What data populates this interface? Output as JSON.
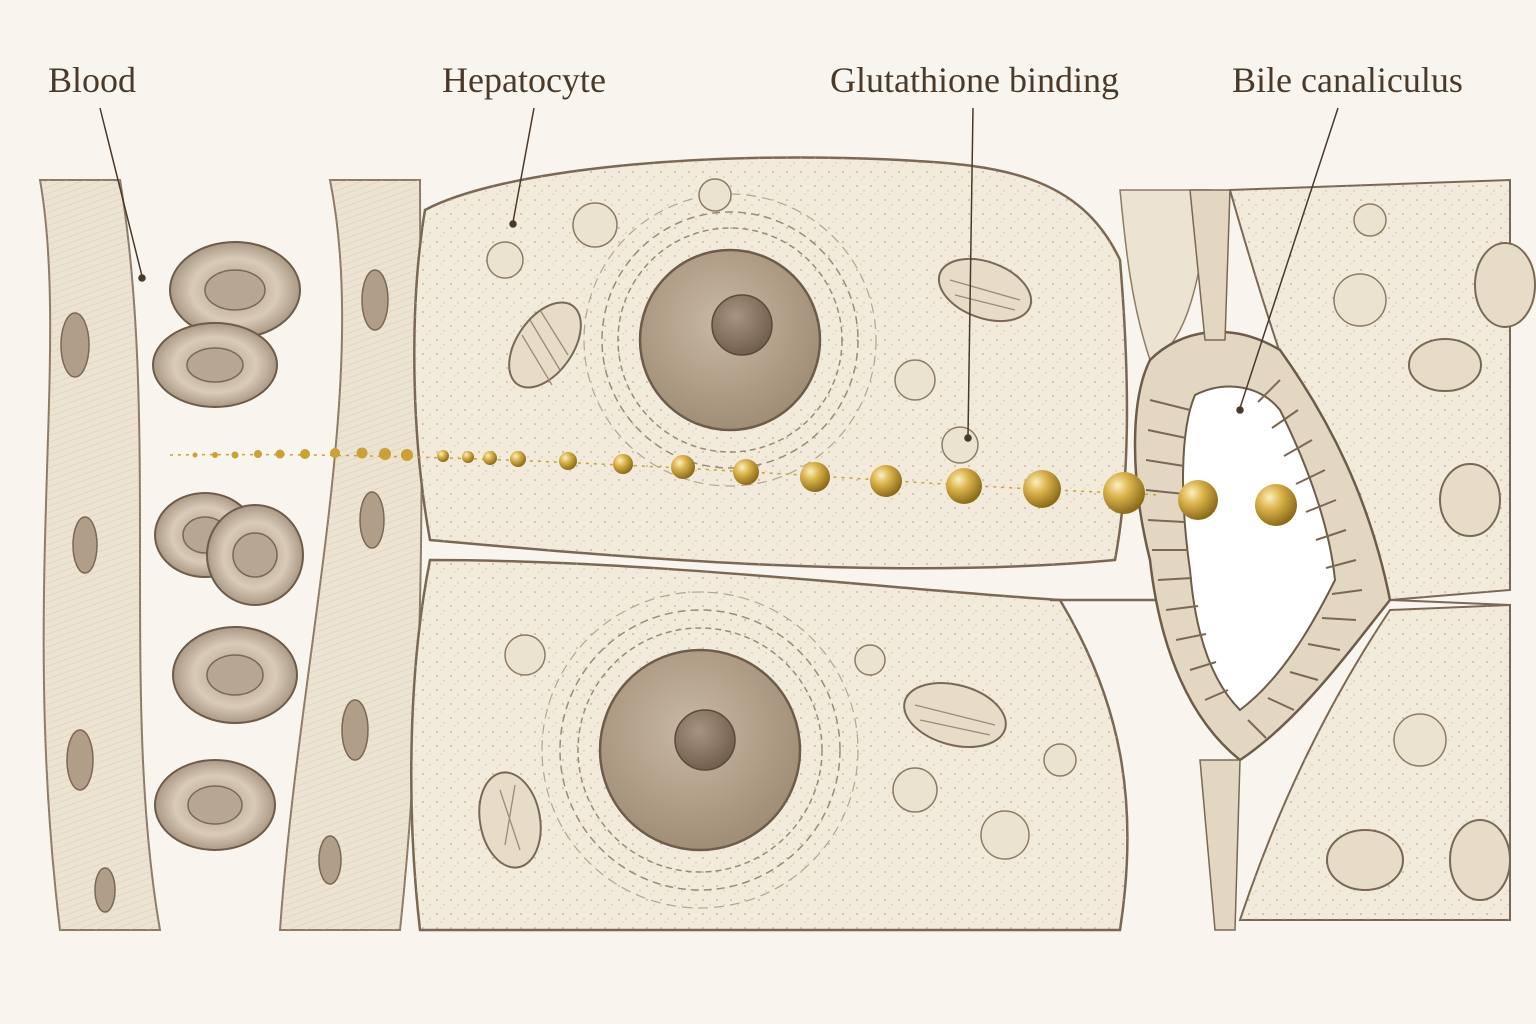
{
  "labels": {
    "blood": "Blood",
    "hepatocyte": "Hepatocyte",
    "glutathione": "Glutathione binding",
    "bile": "Bile canaliculus"
  },
  "colors": {
    "background": "#f8f5ee",
    "cytoplasm": "#f1ead9",
    "ink": "#6b5a48",
    "nucleus": "#b8a690",
    "rbc": "#c7b6a3",
    "particle": "#c9a233",
    "particle_highlight": "#f3df9a"
  },
  "icons": {
    "particle": "gold-sphere",
    "rbc": "red-blood-cell"
  }
}
